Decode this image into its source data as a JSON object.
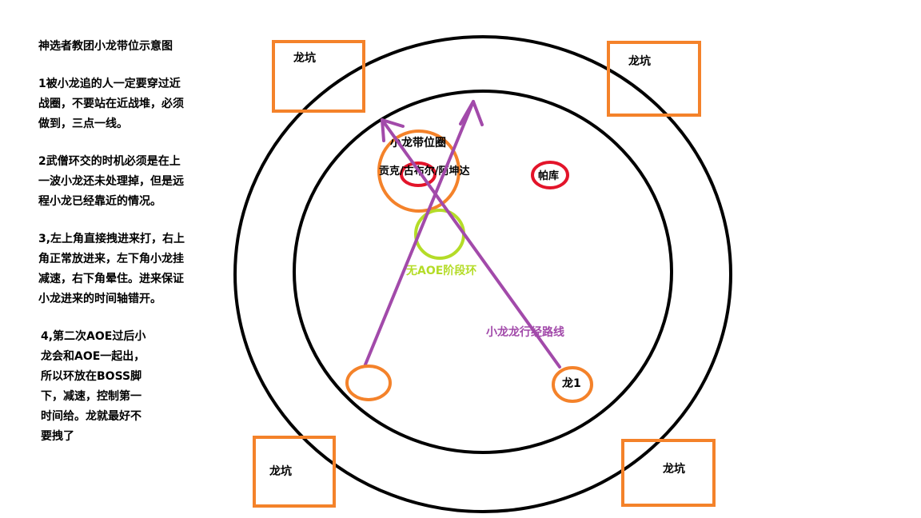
{
  "notes": {
    "title": "神选者教团小龙带位示意图",
    "p1": "1被小龙追的人一定要穿过近\n战圈，不要站在近战堆，必须\n做到，三点一线。",
    "p2": "2武僧环交的时机必须是在上\n一波小龙还未处理掉，但是远\n程小龙已经靠近的情况。",
    "p3": "3,左上角直接拽进来打，右上\n角正常放进来，左下角小龙挂\n减速，右下角晕住。进来保证\n小龙进来的时间轴错开。",
    "p4": "4,第二次AOE过后小\n龙会和AOE一起出，\n所以环放在BOSS脚\n下，减速，控制第一\n时间给。龙就最好不\n要拽了"
  },
  "diagram": {
    "pits": [
      "龙坑",
      "龙坑",
      "龙坑",
      "龙坑"
    ],
    "position_circle_label": "小龙带位圈",
    "names_label": "贡克/古布尔/阿坤达",
    "pakku_label": "帕库",
    "no_aoe_label": "无AOE阶段环",
    "path_label": "小龙龙行经路线",
    "dragon1_label": "龙1"
  },
  "colors": {
    "orange": "#f4822a",
    "red": "#e3142a",
    "green": "#b4dc28",
    "purple": "#a24aaa",
    "black": "#000000"
  }
}
